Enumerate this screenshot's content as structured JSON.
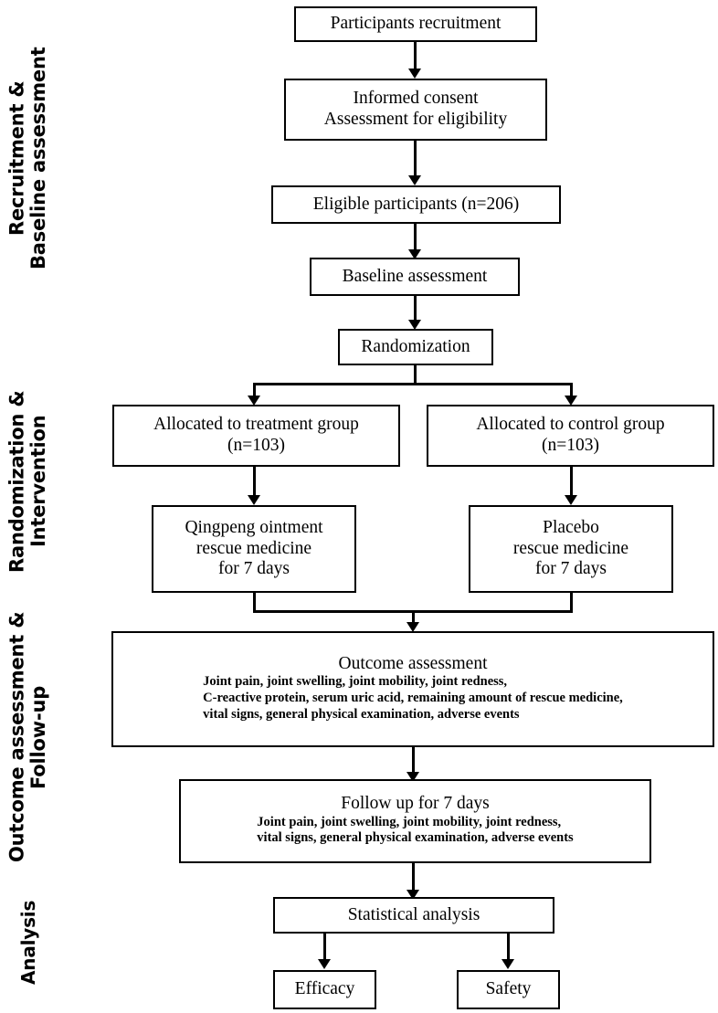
{
  "figure": {
    "type": "flowchart",
    "kind": "clinical-trial-consort-flow-diagram"
  },
  "stages": [
    {
      "id": "recruitment",
      "label": "Recruitment &\nBaseline assessment"
    },
    {
      "id": "randomization",
      "label": "Randomization &\nIntervention"
    },
    {
      "id": "outcome",
      "label": "Outcome assessment &\nFollow-up"
    },
    {
      "id": "analysis",
      "label": "Analysis"
    }
  ],
  "nodes": {
    "participants_recruitment": {
      "title": "Participants recruitment"
    },
    "informed_consent": {
      "title": "Informed consent\nAssessment for eligibility"
    },
    "eligible_participants": {
      "title": "Eligible participants (n=206)"
    },
    "baseline_assessment": {
      "title": "Baseline assessment"
    },
    "randomization": {
      "title": "Randomization"
    },
    "allocated_treatment": {
      "title": "Allocated to treatment group\n(n=103)"
    },
    "allocated_control": {
      "title": "Allocated to control group\n(n=103)"
    },
    "treatment_intervention": {
      "title": "Qingpeng ointment\nrescue medicine\nfor 7 days"
    },
    "control_intervention": {
      "title": "Placebo\nrescue medicine\nfor 7 days"
    },
    "outcome_assessment": {
      "title": "Outcome assessment",
      "detail": "Joint pain, joint swelling, joint mobility, joint redness,\nC-reactive protein, serum uric acid, remaining amount of rescue medicine,\nvital signs, general physical examination, adverse events"
    },
    "follow_up": {
      "title": "Follow up for 7 days",
      "detail": "Joint pain, joint swelling, joint mobility, joint redness,\nvital signs, general physical examination, adverse events"
    },
    "statistical_analysis": {
      "title": "Statistical analysis"
    },
    "efficacy": {
      "title": "Efficacy"
    },
    "safety": {
      "title": "Safety"
    }
  },
  "counts": {
    "eligible": 206,
    "treatment_group": 103,
    "control_group": 103,
    "intervention_days": 7,
    "follow_up_days": 7
  },
  "colors": {
    "stroke": "#000000",
    "fill": "#ffffff",
    "text": "#000000"
  }
}
